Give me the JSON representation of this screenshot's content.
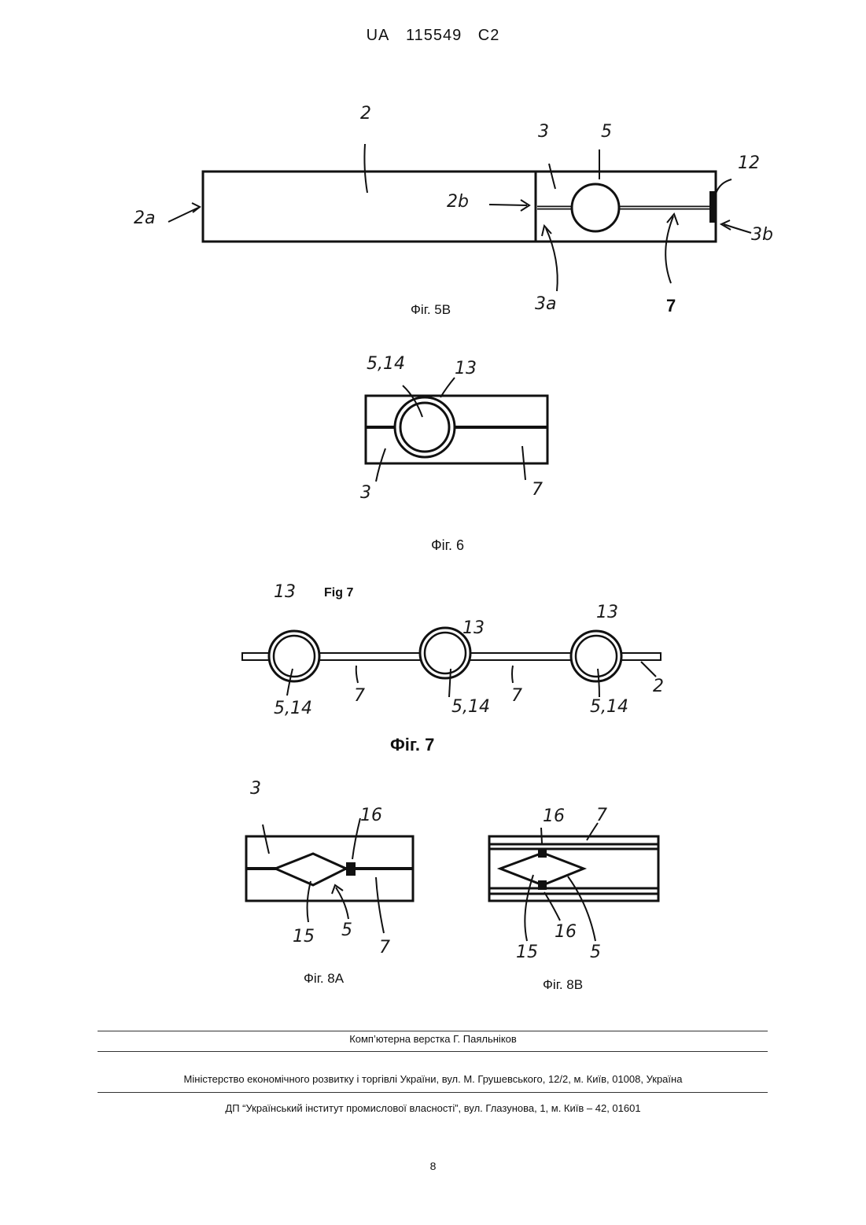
{
  "header": {
    "country": "UA",
    "number": "115549",
    "kind": "C2"
  },
  "figures": {
    "fig5b": {
      "caption": "Фіг. 5В",
      "labels": {
        "l2": "2",
        "l3": "3",
        "l5": "5",
        "l12": "12",
        "l2a": "2a",
        "l2b": "2b",
        "l3a": "3a",
        "l3b": "3b",
        "l7": "7"
      }
    },
    "fig6": {
      "caption": "Фіг. 6",
      "labels": {
        "l514": "5,14",
        "l13": "13",
        "l3": "3",
        "l7": "7"
      }
    },
    "fig7": {
      "caption": "Фіг. 7",
      "inner_caption": "Fig 7",
      "labels": {
        "a13": "13",
        "b13": "13",
        "c13": "13",
        "a514": "5,14",
        "b514": "5,14",
        "c514": "5,14",
        "a7": "7",
        "b7": "7",
        "l2": "2"
      }
    },
    "fig8a": {
      "caption": "Фіг. 8А",
      "labels": {
        "l3": "3",
        "l16": "16",
        "l15": "15",
        "l5": "5",
        "l7": "7"
      }
    },
    "fig8b": {
      "caption": "Фіг. 8В",
      "labels": {
        "l16a": "16",
        "l7": "7",
        "l15": "15",
        "l16b": "16",
        "l5": "5"
      }
    }
  },
  "footer": {
    "layout_credit": "Комп’ютерна верстка Г. Паяльніков",
    "ministry": "Міністерство економічного розвитку і торгівлі України, вул. М. Грушевського, 12/2, м. Київ, 01008, Україна",
    "institute": "ДП “Український інститут промислової власності”, вул. Глазунова, 1, м. Київ – 42, 01601",
    "page_number": "8"
  }
}
